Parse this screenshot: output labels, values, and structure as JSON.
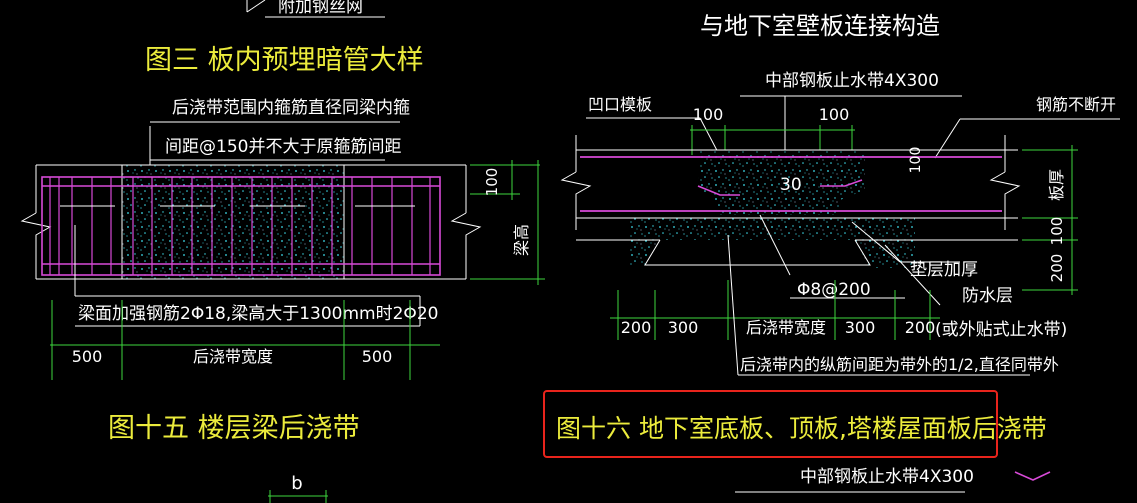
{
  "top_left_fragment": "附加钢丝网",
  "fig3_title": "图三  板内预埋暗管大样",
  "right_top_title": "与地下室壁板连接构造",
  "beam": {
    "note_line1": "后浇带范围内箍筋直径同梁内箍",
    "note_line2": "间距@150并不大于原箍筋间距",
    "dim_100": "100",
    "beam_height_label": "梁高",
    "rebar_note": "梁面加强钢筋2Φ18,梁高大于1300mm时2Φ20",
    "dim_500_left": "500",
    "band_width_label": "后浇带宽度",
    "dim_500_right": "500",
    "fig15_title": "图十五  楼层梁后浇带",
    "bottom_b": "b"
  },
  "slab": {
    "waterstop_label": "中部钢板止水带4X300",
    "recess_label": "凹口模板",
    "dim_100_left": "100",
    "dim_100_right": "100",
    "rebar_continuous": "钢筋不断开",
    "dim_100_vertical": "100",
    "slab_thickness": "板厚",
    "dim_30": "30",
    "dim_100_lower": "100",
    "dim_200_vertical": "200",
    "cushion_thicken": "垫层加厚",
    "stirrup": "Φ8@200",
    "waterproof": "防水层",
    "waterproof_alt": "(或外贴式止水带)",
    "dim_200_left": "200",
    "dim_300_left": "300",
    "band_width_label": "后浇带宽度",
    "dim_300_right": "300",
    "dim_200_right": "200",
    "rebar_spacing_note": "后浇带内的纵筋间距为带外的1/2,直径同带外",
    "fig16_title": "图十六  地下室底板、顶板,塔楼屋面板后浇带",
    "bottom_waterstop": "中部钢板止水带4X300"
  }
}
